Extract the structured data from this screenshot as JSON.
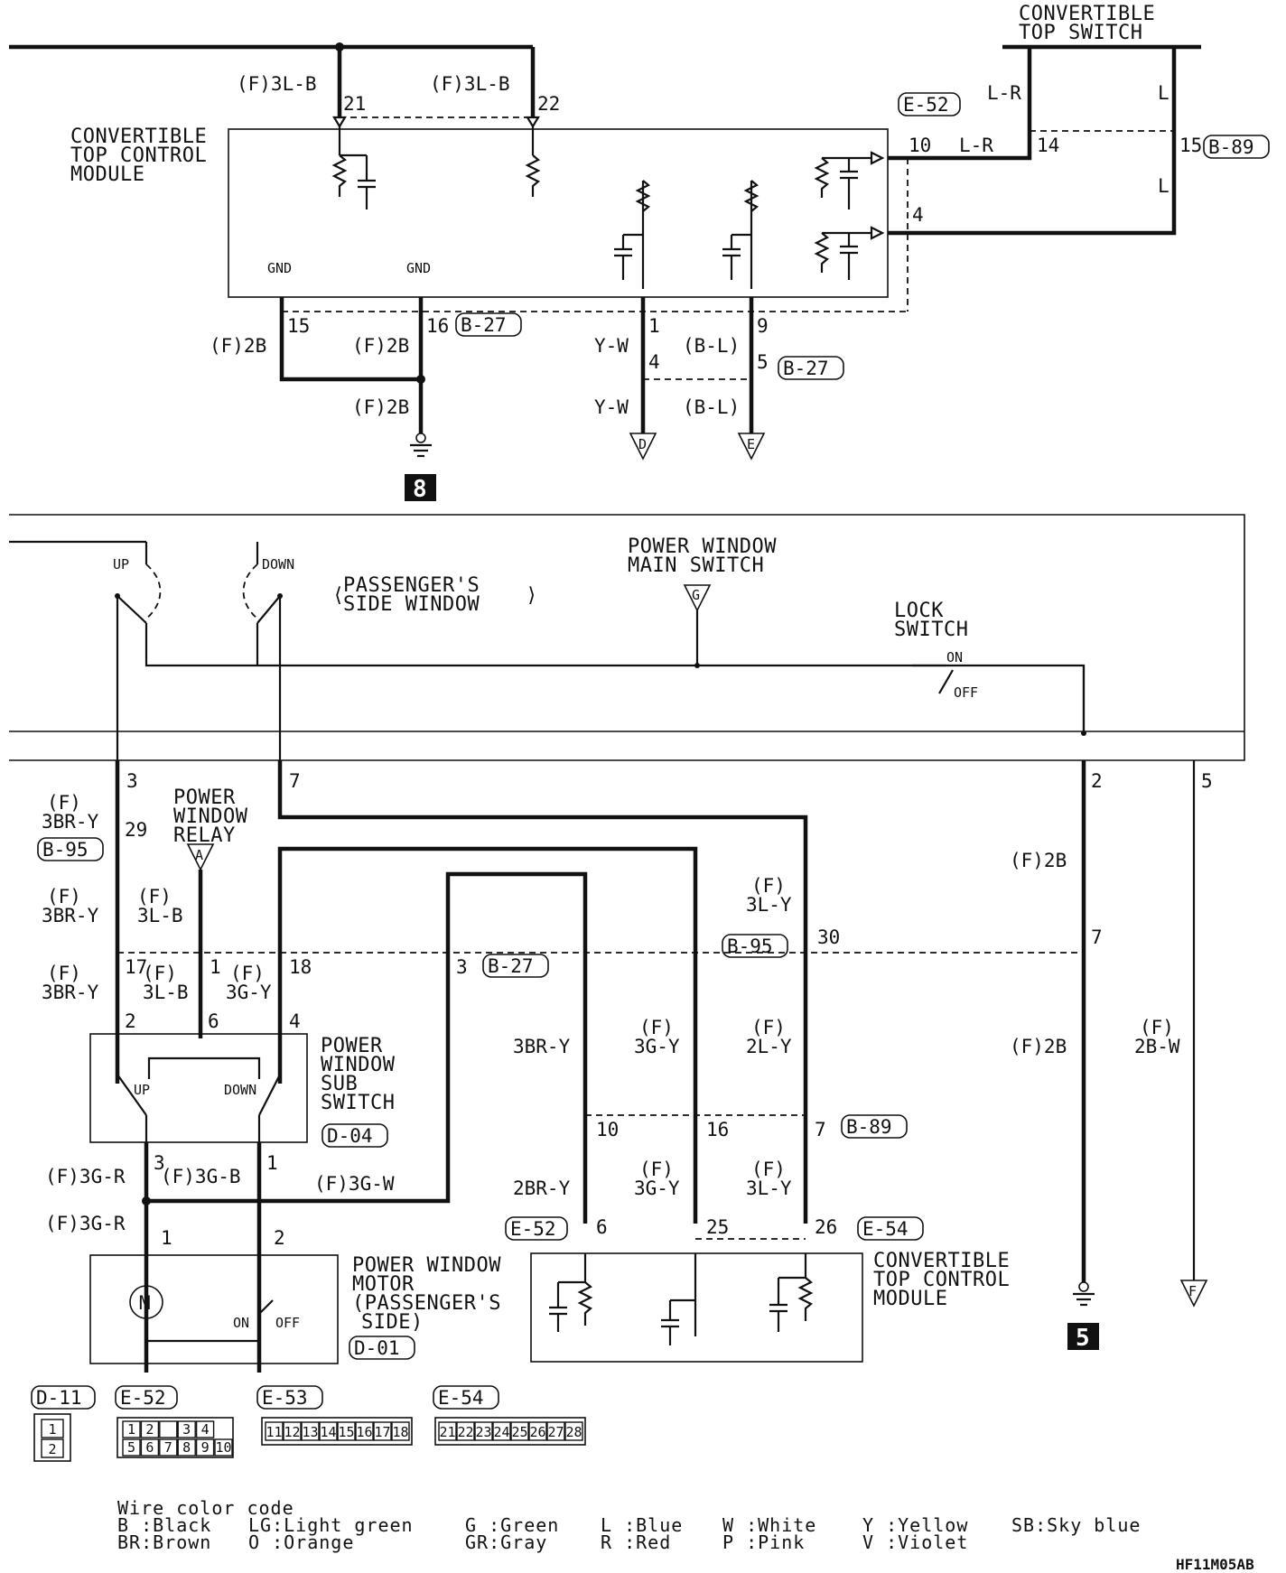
{
  "labels": {
    "conv_switch_line1": "CONVERTIBLE",
    "conv_switch_line2": "TOP SWITCH",
    "ctm_top_line1": "CONVERTIBLE",
    "ctm_top_line2": "TOP CONTROL",
    "ctm_top_line3": "MODULE",
    "ctm_bot_line1": "CONVERTIBLE",
    "ctm_bot_line2": "TOP CONTROL",
    "ctm_bot_line3": "MODULE",
    "pw_main_line1": "POWER WINDOW",
    "pw_main_line2": "MAIN SWITCH",
    "passenger_line1": "PASSENGER'S",
    "passenger_line2": "SIDE WINDOW",
    "lock_line1": "LOCK",
    "lock_line2": "SWITCH",
    "relay_line1": "POWER",
    "relay_line2": "WINDOW",
    "relay_line3": "RELAY",
    "sub_line1": "POWER",
    "sub_line2": "WINDOW",
    "sub_line3": "SUB",
    "sub_line4": "SWITCH",
    "motor_line1": "POWER WINDOW",
    "motor_line2": "MOTOR",
    "motor_line3": "(PASSENGER'S",
    "motor_line4": "SIDE)",
    "gnd": "GND",
    "up": "UP",
    "down": "DOWN",
    "on": "ON",
    "off": "OFF",
    "ground_8": "8",
    "ground_5": "5",
    "diagram_code": "HF11M05AB"
  },
  "connectors": {
    "e52": "E-52",
    "b89": "B-89",
    "b27": "B-27",
    "b95": "B-95",
    "d04": "D-04",
    "d01": "D-01",
    "e54": "E-54",
    "d11": "D-11",
    "e53": "E-53"
  },
  "terminals": {
    "a": "A",
    "d": "D",
    "e": "E",
    "f": "F",
    "g": "G"
  },
  "wires": {
    "w_3lb_a": "(F)3L-B",
    "w_3lb_b": "(F)3L-B",
    "w_lr_a": "L-R",
    "w_lr_b": "L-R",
    "w_l_a": "L",
    "w_l_b": "L",
    "w_2b_a": "(F)2B",
    "w_2b_b": "(F)2B",
    "w_2b_c": "(F)2B",
    "w_yw_a": "Y-W",
    "w_yw_b": "Y-W",
    "w_bl_a": "(B-L)",
    "w_bl_b": "(B-L)",
    "w_3bry_a_f": "(F)",
    "w_3bry_a": "3BR-Y",
    "w_3bry_b_f": "(F)",
    "w_3bry_b": "3BR-Y",
    "w_3bry_c_f": "(F)",
    "w_3bry_c": "3BR-Y",
    "w_3lb_c_f": "(F)",
    "w_3lb_c": "3L-B",
    "w_3lb_d_f": "(F)",
    "w_3lb_d": "3L-B",
    "w_3gy_a_f": "(F)",
    "w_3gy_a": "3G-Y",
    "w_3gr_a": "(F)3G-R",
    "w_3gr_b": "(F)3G-R",
    "w_3gb": "(F)3G-B",
    "w_3gw": "(F)3G-W",
    "w_3bry_plain": "3BR-Y",
    "w_2bry": "2BR-Y",
    "w_3gy_b_f": "(F)",
    "w_3gy_b": "3G-Y",
    "w_3gy_c_f": "(F)",
    "w_3gy_c": "3G-Y",
    "w_3ly_a_f": "(F)",
    "w_3ly_a": "3L-Y",
    "w_2ly_f": "(F)",
    "w_2ly": "2L-Y",
    "w_3ly_b_f": "(F)",
    "w_3ly_b": "3L-Y",
    "w_2b_r1": "(F)2B",
    "w_2b_r2": "(F)2B",
    "w_2bw_f": "(F)",
    "w_2bw": "2B-W"
  },
  "pins": {
    "p21": "21",
    "p22": "22",
    "p10": "10",
    "p14": "14",
    "p15": "15",
    "p4": "4",
    "p15b": "15",
    "p16": "16",
    "p1": "1",
    "p9": "9",
    "p4b": "4",
    "p5": "5",
    "p3": "3",
    "p7": "7",
    "p2": "2",
    "p5b": "5",
    "p29": "29",
    "p30": "30",
    "p17": "17",
    "p1b": "1",
    "p18": "18",
    "p3b": "3",
    "p7b": "7",
    "p2b": "2",
    "p6": "6",
    "p4c": "4",
    "p3c": "3",
    "p1c": "1",
    "p1d": "1",
    "p2c": "2",
    "p10b": "10",
    "p16b": "16",
    "p7c": "7",
    "p6b": "6",
    "p25": "25",
    "p26": "26"
  },
  "connector_cells": {
    "d11": [
      "1",
      "2"
    ],
    "e52_top": [
      "1",
      "2",
      "",
      "3",
      "4"
    ],
    "e52_bottom": [
      "5",
      "6",
      "7",
      "8",
      "9",
      "10"
    ],
    "e53": [
      "11",
      "12",
      "13",
      "14",
      "15",
      "16",
      "17",
      "18"
    ],
    "e54": [
      "21",
      "22",
      "23",
      "24",
      "25",
      "26",
      "27",
      "28"
    ]
  },
  "legend": {
    "title": "Wire color code",
    "items": [
      "B :Black",
      "LG:Light green",
      "G :Green",
      "L :Blue",
      "W :White",
      "Y :Yellow",
      "SB:Sky blue",
      "BR:Brown",
      "O :Orange",
      "GR:Gray",
      "R :Red",
      "P :Pink",
      "V :Violet"
    ]
  }
}
